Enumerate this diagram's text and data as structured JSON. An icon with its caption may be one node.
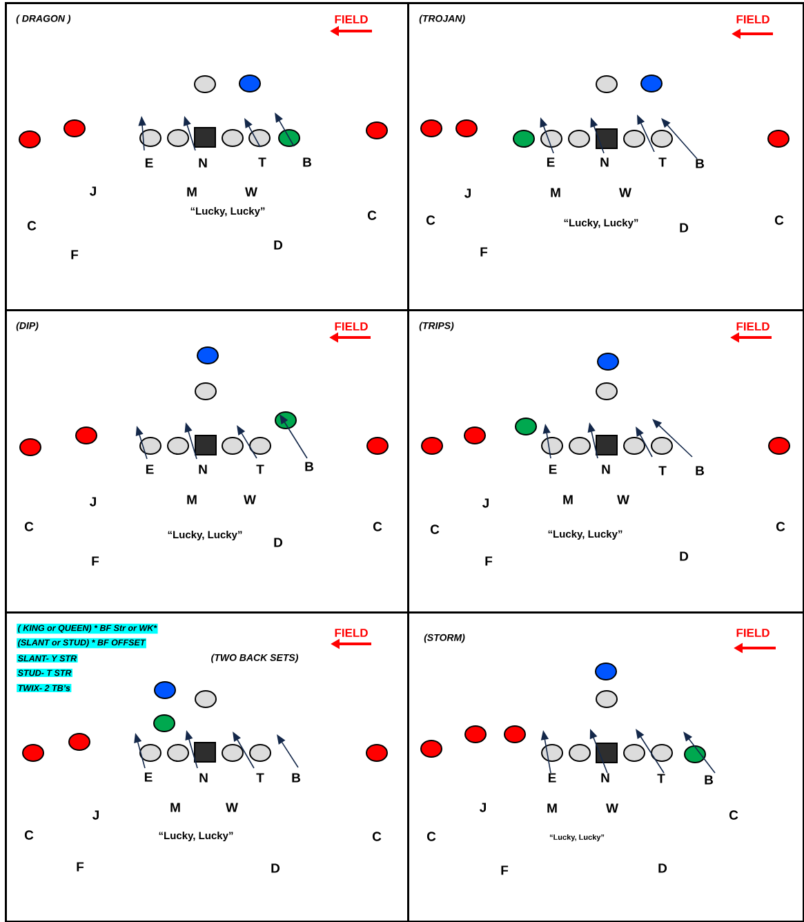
{
  "diagram": {
    "nodes": [
      {
        "text": [
          "( DRAGON )"
        ]
      },
      {
        "text": [
          "(TROJAN)"
        ]
      },
      {
        "text": [
          "(DIP)"
        ]
      },
      {
        "text": [
          "(TRIPS)"
        ]
      },
      {
        "text": [
          "( KING or QUEEN) * BF Str or WK*",
          "(SLANT or STUD) * BF OFFSET",
          "SLANT- Y STR",
          "STUD- T STR",
          "TWIX- 2 TB’s",
          "(TWO BACK SETS)"
        ]
      },
      {
        "text": [
          "(STORM)"
        ]
      }
    ],
    "labels": [
      "FIELD",
      "E",
      "N",
      "T",
      "B",
      "J",
      "M",
      "W",
      "“Lucky, Lucky”",
      "C",
      "C",
      "D",
      "F",
      "FIELD",
      "E",
      "N",
      "T",
      "B",
      "J",
      "M",
      "W",
      "C",
      "“Lucky, Lucky”",
      "D",
      "C",
      "F",
      "FIELD",
      "E",
      "N",
      "T",
      "B",
      "J",
      "M",
      "W",
      "C",
      "“Lucky, Lucky”",
      "D",
      "C",
      "F",
      "FIELD",
      "E",
      "N",
      "T",
      "B",
      "J",
      "M",
      "W",
      "C",
      "“Lucky, Lucky”",
      "C",
      "D",
      "F",
      "FIELD",
      "E",
      "N",
      "T",
      "B",
      "J",
      "M",
      "W",
      "C",
      "“Lucky, Lucky”",
      "C",
      "F",
      "D",
      "FIELD",
      "E",
      "N",
      "T",
      "B",
      "J",
      "M",
      "W",
      "C",
      "C",
      "“Lucky, Lucky”",
      "F",
      "D"
    ]
  }
}
